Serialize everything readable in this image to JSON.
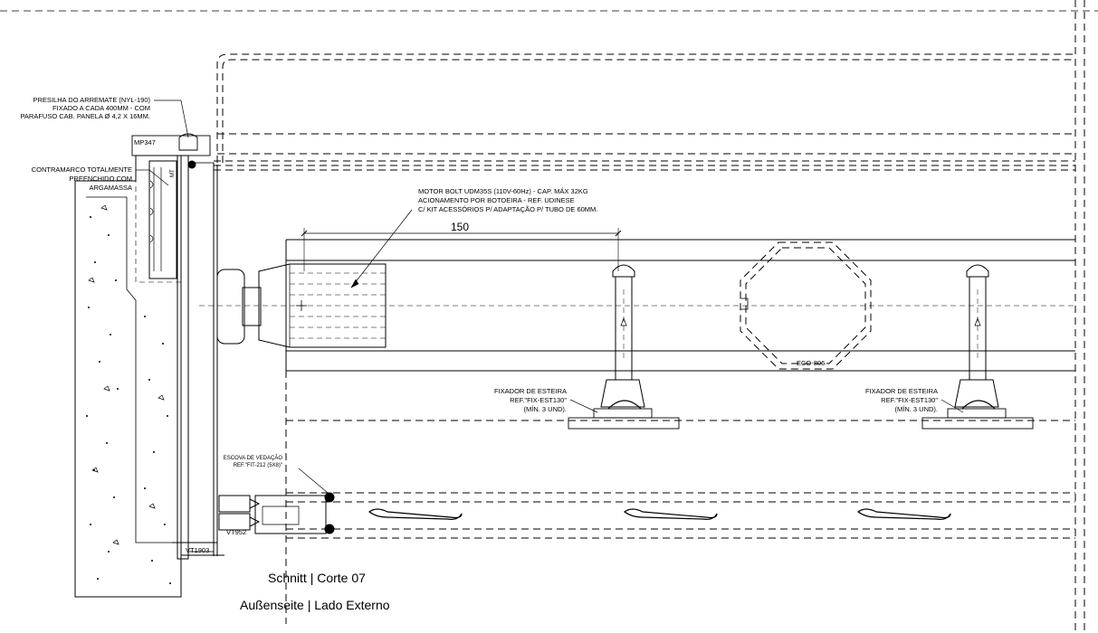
{
  "annotations": {
    "presilha": [
      "PRESILHA DO ARREMATE (NYL-190)",
      "FIXADO A CADA 400MM - COM",
      "PARAFUSO CAB. PANELA Ø 4,2 X 16MM."
    ],
    "contramarco": [
      "CONTRAMARCO TOTALMENTE",
      "PREENCHIDO COM",
      "ARGAMASSA"
    ],
    "motor": [
      "MOTOR BOLT UDM35S (110V-60Hz) - CAP. MÁX 32KG",
      "ACIONAMENTO POR BOTOEIRA - REF. UDINESE",
      "C/ KIT ACESSÓRIOS P/ ADAPTAÇÃO P/ TUBO DE 60MM."
    ],
    "fixador_left": [
      "FIXADOR DE ESTEIRA",
      "REF.\"FIX-EST130\"",
      "(MÍN. 3 UND)."
    ],
    "fixador_right": [
      "FIXADOR DE ESTEIRA",
      "REF.\"FIX-EST130\"",
      "(MÍN. 3 UND)."
    ],
    "escova": [
      "ESCOVA DE VEDAÇÃO",
      "REF.\"FIT-212 (5X8)\""
    ]
  },
  "dimension": "150",
  "part_labels": {
    "mp347": "MP347",
    "vt1903": "VT1903",
    "vt952": "VT952",
    "eco806": "ECO-806",
    "mt": "MT"
  },
  "titles": {
    "section": "Schnitt | Corte  07",
    "side": "Außenseite | Lado Externo"
  }
}
